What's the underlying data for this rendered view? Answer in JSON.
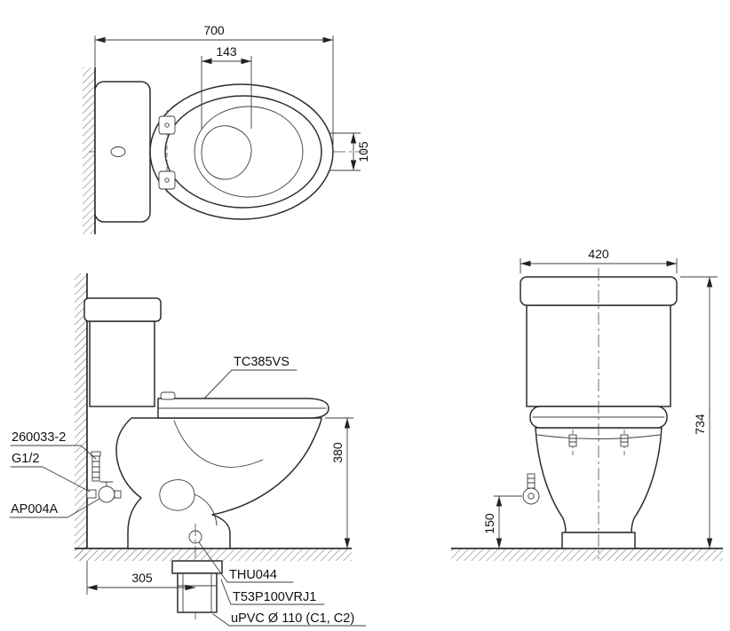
{
  "drawing": {
    "dims": {
      "top_overall_depth": "700",
      "top_water_width": "143",
      "top_offset": "105",
      "side_rim_height": "380",
      "side_outlet_setout": "305",
      "front_tank_width": "420",
      "front_overall_height": "734",
      "front_supply_height": "150"
    },
    "parts": {
      "seat": "TC385VS",
      "fixing_bolt": "260033-2",
      "supply_thread": "G1/2",
      "angle_valve": "AP004A",
      "outlet": "THU044",
      "flange": "T53P100VRJ1",
      "drain_pipe": "uPVC Ø 110 (C1, C2)"
    }
  }
}
